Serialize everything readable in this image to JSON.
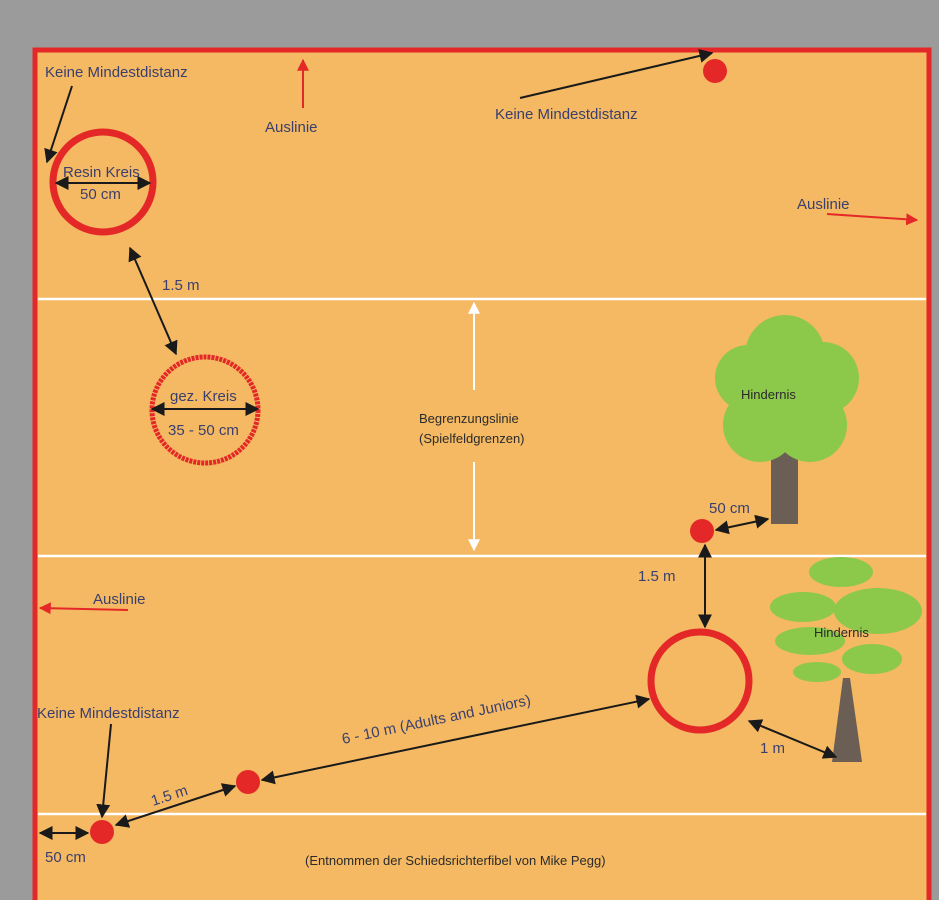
{
  "colors": {
    "frame": "#9b9b9b",
    "field": "#f4b962",
    "border": "#e42828",
    "line": "#ffffff",
    "tree_crown": "#8cc84a",
    "tree_trunk": "#6b5f55",
    "arrow": "#1a1a1a",
    "label": "#3a3f6e"
  },
  "labels": {
    "keine_top_left": "Keine Mindestdistanz",
    "auslinie_top": "Auslinie",
    "keine_top_center": "Keine Mindestdistanz",
    "auslinie_right": "Auslinie",
    "resin_kreis": "Resin Kreis",
    "resin_size": "50 cm",
    "dist_resin_to_drawn": "1.5 m",
    "drawn_kreis": "gez. Kreis",
    "drawn_size": "35 - 50 cm",
    "begrenzung_line1": "Begrenzungslinie",
    "begrenzung_line2": "(Spielfeldgrenzen)",
    "hindernis_top": "Hindernis",
    "dist_tree_top": "50 cm",
    "dist_peg_to_circle": "1.5 m",
    "auslinie_left": "Auslinie",
    "hindernis_bottom": "Hindernis",
    "keine_bottom_left": "Keine Mindestdistanz",
    "dist_adults_juniors": "6 - 10 m (Adults and Juniors)",
    "dist_circle_to_tree": "1 m",
    "dist_bottom_pegs": "1.5 m",
    "dist_bottom_edge": "50 cm",
    "source": "(Entnommen der Schiedsrichterfibel von Mike Pegg)"
  },
  "icons": [
    "peg-dot",
    "resin-circle",
    "drawn-circle",
    "target-circle",
    "tree-icon",
    "bush-icon",
    "arrow-icon"
  ]
}
